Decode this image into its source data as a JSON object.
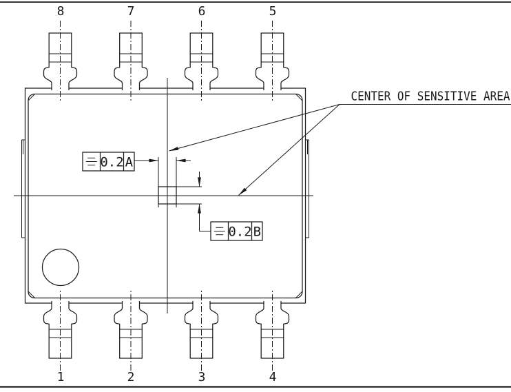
{
  "drawing": {
    "line_color": "#1a1a1a",
    "background_color": "#ffffff",
    "annotation": {
      "label": "CENTER OF SENSITIVE AREA"
    },
    "pins": {
      "top": [
        "8",
        "7",
        "6",
        "5"
      ],
      "bottom": [
        "1",
        "2",
        "3",
        "4"
      ]
    },
    "feature_control_frames": {
      "a": {
        "symbol_icon": "symmetry-icon",
        "tolerance": "0.2",
        "datum": "A"
      },
      "b": {
        "symbol_icon": "symmetry-icon",
        "tolerance": "0.2",
        "datum": "B"
      }
    },
    "features": {
      "pin1_indicator": "circle",
      "sensitive_area_marker": "square"
    }
  }
}
